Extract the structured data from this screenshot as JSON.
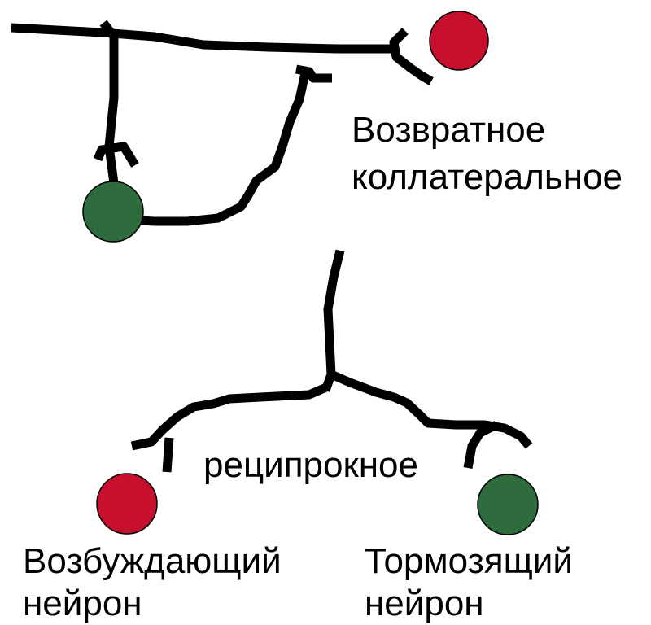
{
  "colors": {
    "excitatory": "#c8102e",
    "inhibitory": "#2e6b3d",
    "line": "#000000"
  },
  "labels": {
    "recurrent_line1": "Возвратное",
    "recurrent_line2": "коллатеральное",
    "reciprocal": "реципрокное",
    "excitatory_line1": "Возбуждающий",
    "excitatory_line2": "нейрон",
    "inhibitory_line1": "Тормозящий",
    "inhibitory_line2": "нейрон"
  }
}
